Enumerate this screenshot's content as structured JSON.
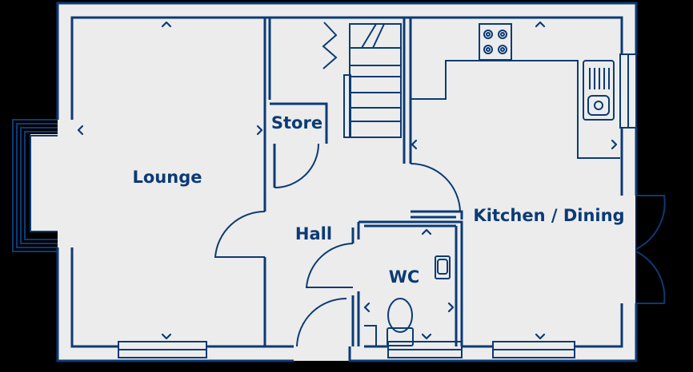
{
  "plan": {
    "colors": {
      "wall": "#0b3b75",
      "floor": "#ececec",
      "background": "#000000"
    },
    "rooms": [
      {
        "id": "lounge",
        "label": "Lounge"
      },
      {
        "id": "store",
        "label": "Store"
      },
      {
        "id": "hall",
        "label": "Hall"
      },
      {
        "id": "wc",
        "label": "WC"
      },
      {
        "id": "kitchen",
        "label": "Kitchen / Dining"
      }
    ],
    "icons": [
      "dimension-arrow-icon",
      "hob-icon",
      "sink-icon",
      "basin-icon",
      "toilet-icon",
      "staircase-icon",
      "door-icon",
      "window-icon"
    ]
  }
}
